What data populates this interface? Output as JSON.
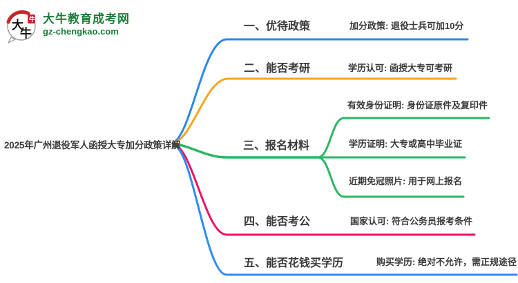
{
  "logo": {
    "title": "大牛教育成考网",
    "url": "gz-chengkao.com",
    "bubble_chars": {
      "first": "大",
      "second": "牛"
    },
    "brand_green": "#1b7c3a",
    "seal_red": "#c3272b"
  },
  "central_topic": "2025年广州退役军人函授大专加分政策详解",
  "colors": {
    "text": "#3a3a3a",
    "background": "#ffffff"
  },
  "branches": [
    {
      "label": "一、优待政策",
      "color": "#2b87e8",
      "children": [
        {
          "text": "加分政策: 退役士兵可加10分"
        }
      ]
    },
    {
      "label": "二、能否考研",
      "color": "#f8a41d",
      "children": [
        {
          "text": "学历认可: 函授大专可考研"
        }
      ]
    },
    {
      "label": "三、报名材料",
      "color": "#2db564",
      "children": [
        {
          "text": "有效身份证明: 身份证原件及复印件"
        },
        {
          "text": "学历证明: 大专或高中毕业证"
        },
        {
          "text": "近期免冠照片: 用于网上报名"
        }
      ]
    },
    {
      "label": "四、能否考公",
      "color": "#ee1168",
      "children": [
        {
          "text": "国家认可: 符合公务员报考条件"
        }
      ]
    },
    {
      "label": "五、能否花钱买学历",
      "color": "#2e8cf0",
      "children": [
        {
          "text": "购买学历: 绝对不允许，需正规途径"
        }
      ]
    }
  ]
}
